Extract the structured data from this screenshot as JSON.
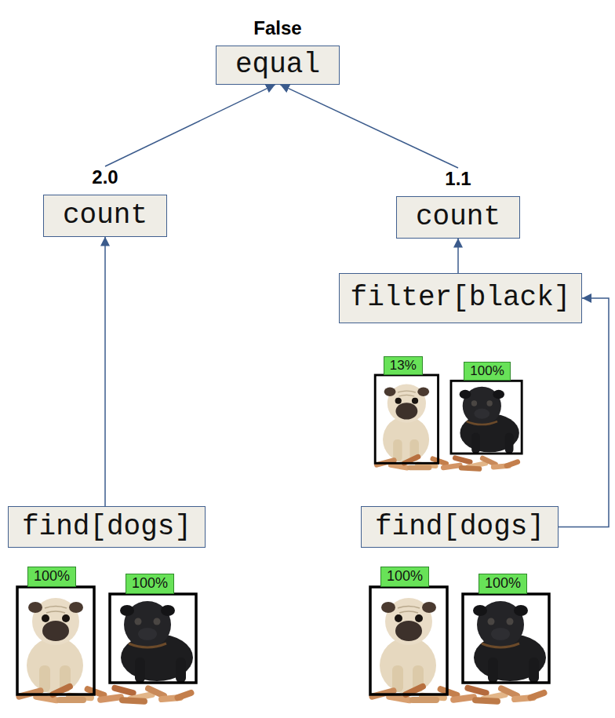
{
  "diagram": {
    "nodes": [
      {
        "text": [
          "False",
          "equal"
        ]
      },
      {
        "text": [
          "2.0",
          "count"
        ]
      },
      {
        "text": [
          "1.1",
          "count"
        ]
      },
      {
        "text": [
          "filter[black]"
        ]
      },
      {
        "text": [
          "find[dogs]"
        ]
      },
      {
        "text": [
          "find[dogs]"
        ]
      }
    ],
    "edges": [
      {
        "from": 1,
        "to": 0,
        "arrow": "to"
      },
      {
        "from": 2,
        "to": 0,
        "arrow": "to"
      },
      {
        "from": 3,
        "to": 2,
        "arrow": "to"
      },
      {
        "from": 4,
        "to": 1,
        "arrow": "to"
      },
      {
        "from": 5,
        "to": 3,
        "arrow": "to"
      }
    ],
    "labels": [
      "13%",
      "100%",
      "100%",
      "100%",
      "100%",
      "100%"
    ]
  }
}
